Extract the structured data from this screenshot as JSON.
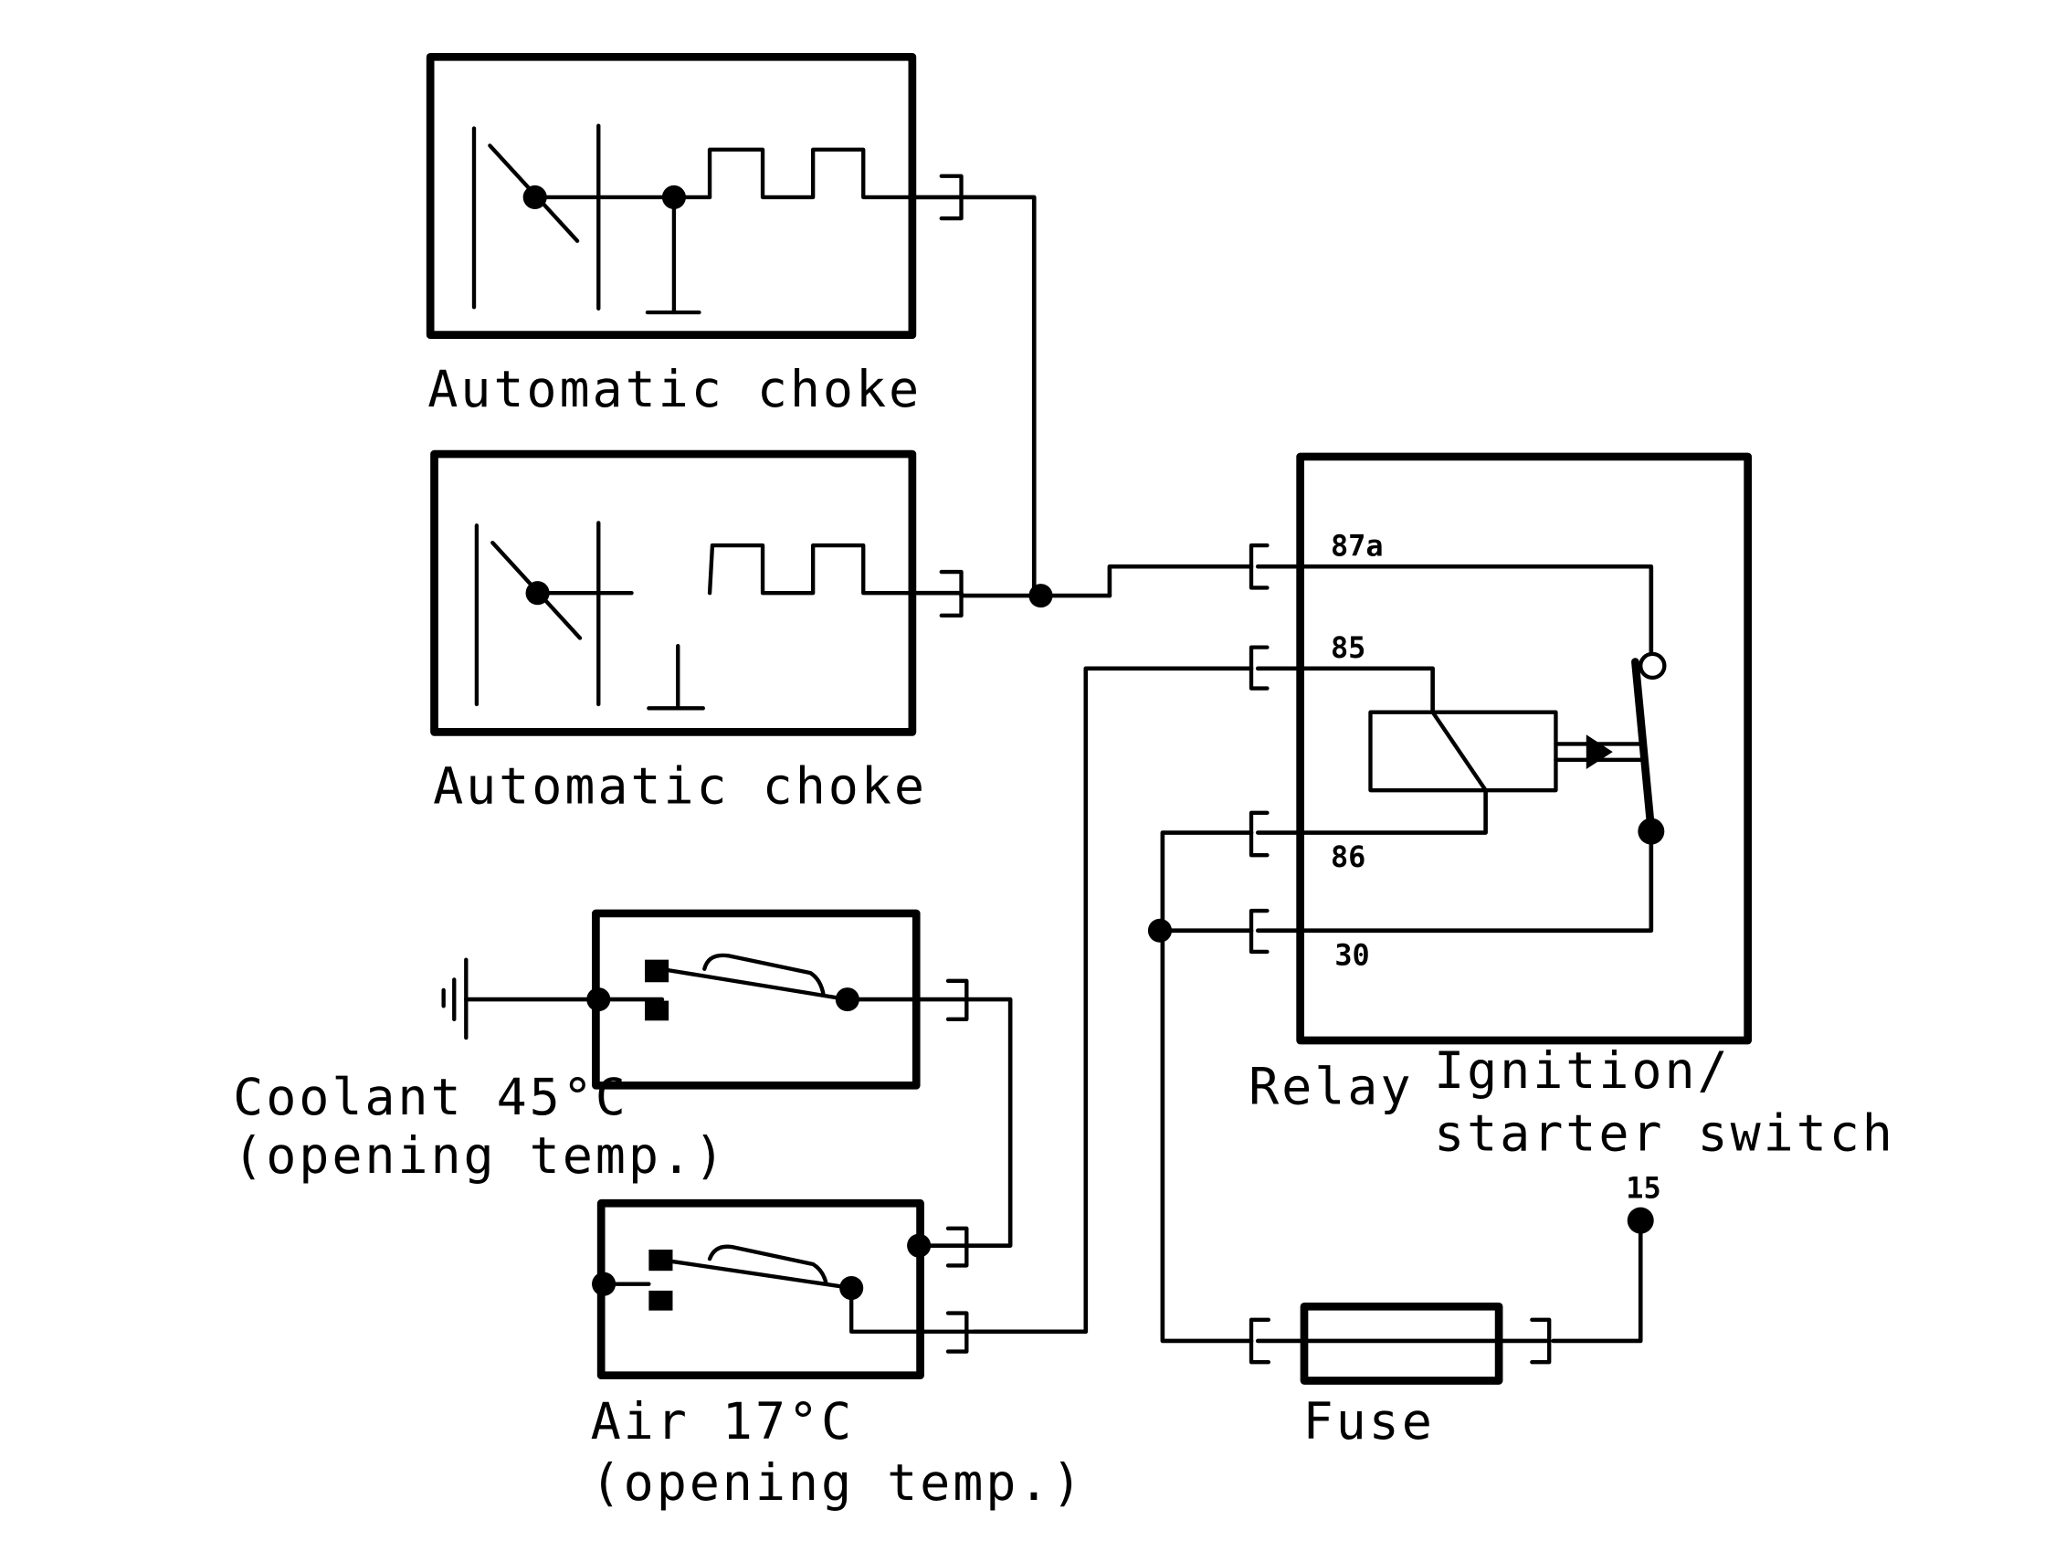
{
  "diagram": {
    "title": "Automatic choke heating circuit",
    "components": {
      "choke_upper": {
        "label": "Automatic choke"
      },
      "choke_lower": {
        "label": "Automatic choke"
      },
      "coolant_switch": {
        "label_line1": "Coolant 45°C",
        "label_line2": "(opening temp.)"
      },
      "air_switch": {
        "label_line1": "Air 17°C",
        "label_line2": "(opening temp.)"
      },
      "relay": {
        "label": "Relay",
        "terminals": [
          "87a",
          "85",
          "86",
          "30"
        ]
      },
      "ignition_switch": {
        "label_line1": "Ignition/",
        "label_line2": "starter switch",
        "terminal": "15"
      },
      "fuse": {
        "label": "Fuse"
      }
    },
    "connections": [
      {
        "from": "choke_upper",
        "to": "relay.87a"
      },
      {
        "from": "choke_lower",
        "to": "relay.87a"
      },
      {
        "from": "relay.85",
        "to": "air_switch"
      },
      {
        "from": "relay.86",
        "to": "relay.30"
      },
      {
        "from": "relay.30",
        "to": "fuse"
      },
      {
        "from": "fuse",
        "to": "ignition_switch.15"
      },
      {
        "from": "coolant_switch",
        "to": "air_switch"
      },
      {
        "from": "coolant_switch",
        "to": "ground"
      }
    ],
    "colors": {
      "ink": "#000000",
      "paper": "#ffffff"
    }
  }
}
